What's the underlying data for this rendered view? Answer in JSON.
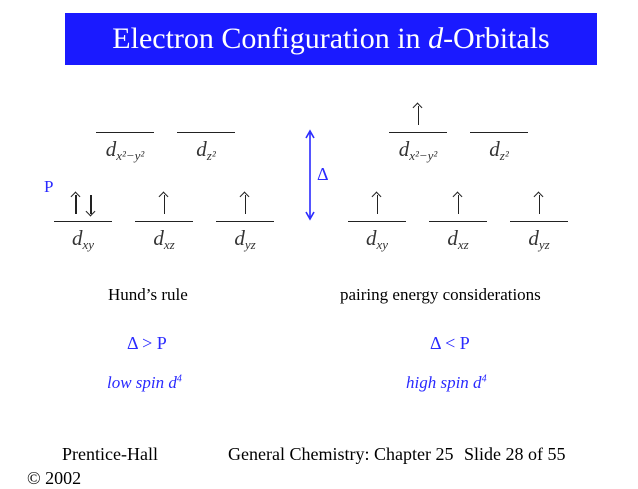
{
  "slide": {
    "title_main": "Electron Configuration in ",
    "title_italic": "d",
    "title_tail": "-Orbitals"
  },
  "left": {
    "upper_orbitals": [
      {
        "label_base": "d",
        "label_sub": "x²−y²"
      },
      {
        "label_base": "d",
        "label_sub": "z²"
      }
    ],
    "lower_orbitals": [
      {
        "label_base": "d",
        "label_sub": "xy",
        "electrons": [
          "up",
          "down"
        ]
      },
      {
        "label_base": "d",
        "label_sub": "xz",
        "electrons": [
          "up"
        ]
      },
      {
        "label_base": "d",
        "label_sub": "yz",
        "electrons": [
          "up"
        ]
      }
    ],
    "p_label": "P",
    "caption": "Hund’s rule",
    "relation": "Δ > P",
    "spin_text": "low spin d",
    "spin_sup": "4"
  },
  "right": {
    "upper_orbitals": [
      {
        "label_base": "d",
        "label_sub": "x²−y²",
        "electrons": [
          "up"
        ]
      },
      {
        "label_base": "d",
        "label_sub": "z²",
        "electrons": []
      }
    ],
    "lower_orbitals": [
      {
        "label_base": "d",
        "label_sub": "xy",
        "electrons": [
          "up"
        ]
      },
      {
        "label_base": "d",
        "label_sub": "xz",
        "electrons": [
          "up"
        ]
      },
      {
        "label_base": "d",
        "label_sub": "yz",
        "electrons": [
          "up"
        ]
      }
    ],
    "caption": "pairing energy considerations",
    "relation": "Δ < P",
    "spin_text": "high spin d",
    "spin_sup": "4"
  },
  "delta_label": "Δ",
  "footer": {
    "publisher": "Prentice-Hall",
    "copyright": "© 2002",
    "course": "General Chemistry: Chapter 25",
    "slide": "Slide 28 of 55"
  },
  "colors": {
    "title_bg": "#1a1aff",
    "accent": "#2a2aff"
  }
}
